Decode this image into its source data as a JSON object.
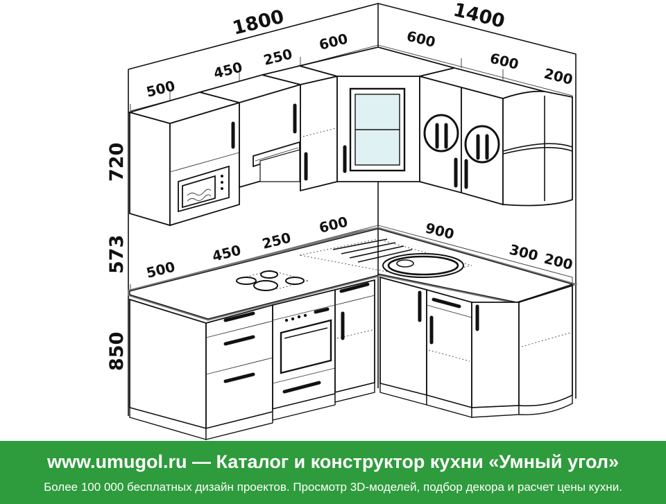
{
  "dimensions": {
    "top_left_total": "1800",
    "top_right_total": "1400",
    "upper_left": [
      "500",
      "450",
      "250",
      "600"
    ],
    "upper_right": [
      "600",
      "600",
      "200"
    ],
    "lower_left": [
      "500",
      "450",
      "250",
      "600"
    ],
    "lower_right": [
      "900",
      "300",
      "200"
    ],
    "height_upper": "720",
    "height_gap": "573",
    "height_lower": "850"
  },
  "banner": {
    "title": "www.umugol.ru — Каталог и конструктор кухни «Умный угол»",
    "subtitle": "Более 100 000 бесплатных дизайн проектов. Просмотр 3D-моделей, подбор декора и расчет цены кухни."
  },
  "colors": {
    "banner_bg": "#2e9b3c",
    "line": "#111111",
    "countertop_edge": "#777777"
  }
}
